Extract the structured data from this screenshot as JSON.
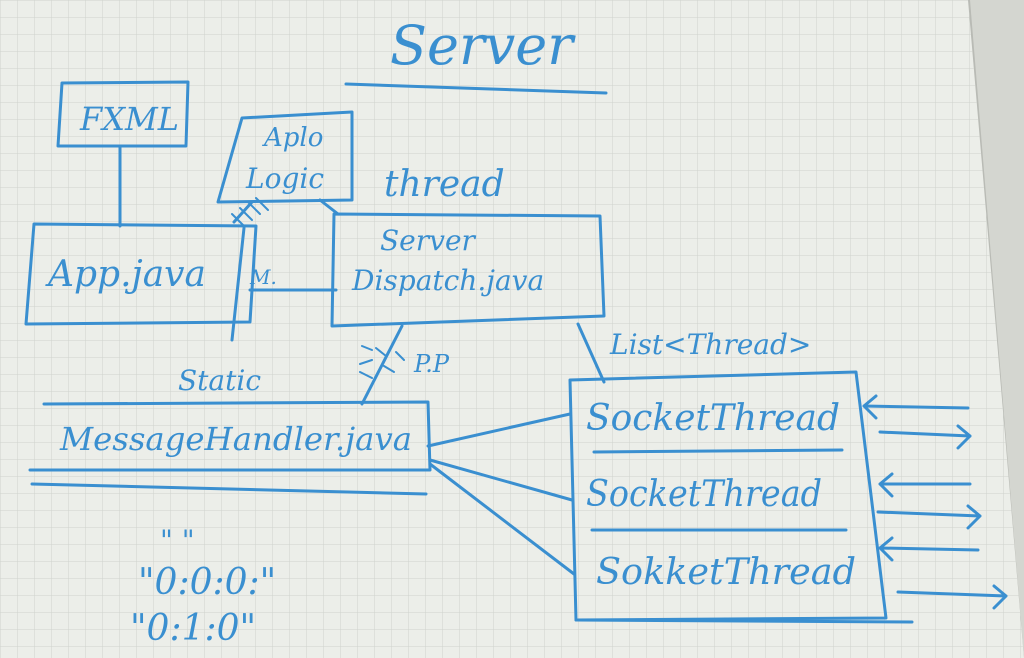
{
  "title": "Server",
  "boxes": {
    "fxml": "FXML",
    "logic_line1": "Aplo",
    "logic_line2": "Logic",
    "app": "App.java",
    "dispatch_line1": "Server",
    "dispatch_line2": "Dispatch.java",
    "message_handler": "MessageHandler.java",
    "socket_threads": [
      "SocketThread",
      "SocketThread",
      "SokketThread"
    ]
  },
  "labels": {
    "thread": "thread",
    "static": "Static",
    "list_thread": "List<Thread>",
    "pp": "P.P",
    "m": "M.",
    "quotes": "\"   \"",
    "msg_example_1": "\"0:0:0:\"",
    "msg_example_2": "\"0:1:0\""
  },
  "colors": {
    "ink": "#3a8fd0",
    "paper": "#eceee9",
    "grid": "#cfd3cd",
    "background": "#b9bbb5"
  }
}
